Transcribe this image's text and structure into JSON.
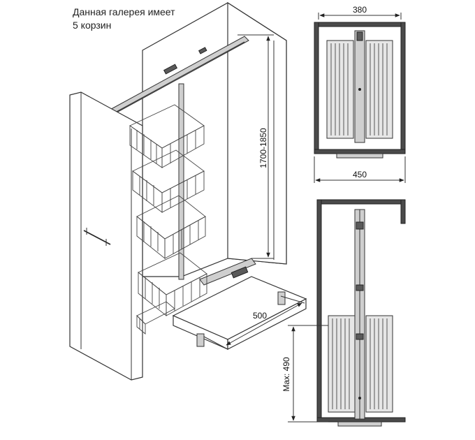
{
  "caption": {
    "line1": "Данная галерея имеет",
    "line2": "5 корзин"
  },
  "dimensions": {
    "height": "1700-1850",
    "depth": "500",
    "top_width_inner": "380",
    "top_width_outer": "450",
    "max_pullout": "Max: 490"
  },
  "colors": {
    "line": "#333333",
    "frame_dark": "#4a4a4a",
    "metal": "#cfcfcf"
  }
}
